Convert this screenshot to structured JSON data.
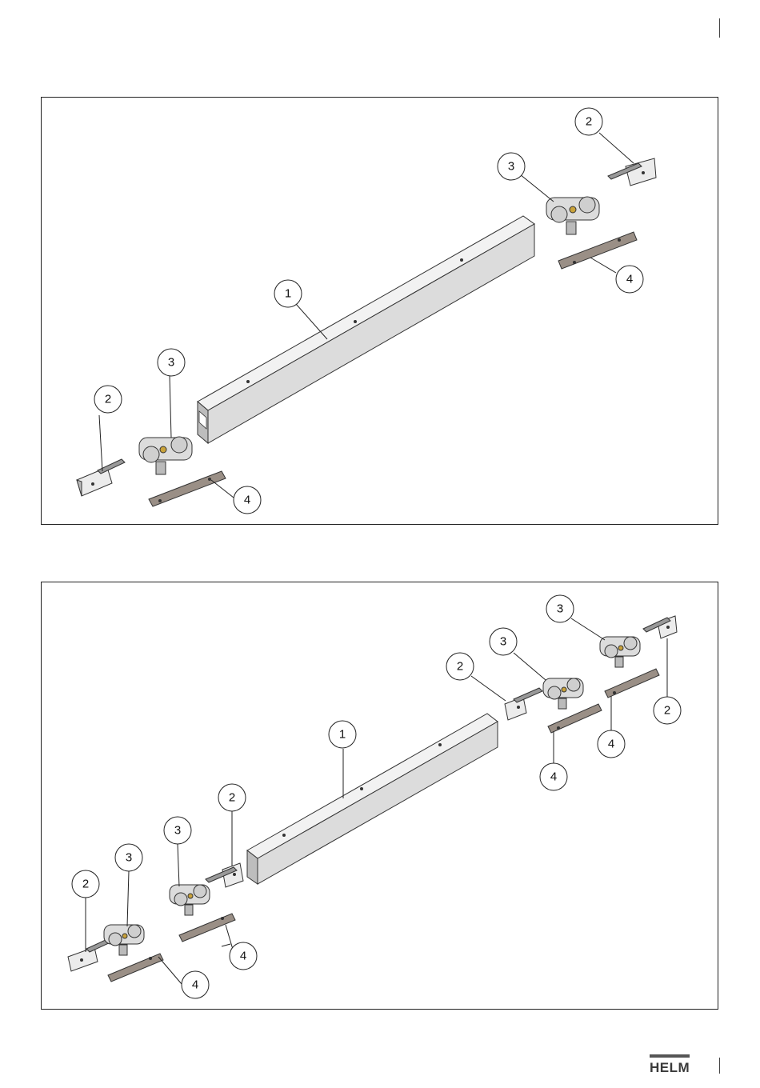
{
  "brand": {
    "name": "HELM",
    "color": "#555555"
  },
  "panels": [
    {
      "name": "two-carrier-set",
      "callouts": [
        "1",
        "2",
        "3",
        "4",
        "2",
        "3",
        "4"
      ]
    },
    {
      "name": "four-carrier-set",
      "callouts": [
        "1",
        "2",
        "3",
        "2",
        "3",
        "4",
        "4",
        "2",
        "3",
        "2",
        "3",
        "4",
        "4"
      ]
    }
  ],
  "colors": {
    "rail": "#e6e6e6",
    "rail_shade": "#bdbdbd",
    "plate": "#9a8f86",
    "metal": "#cfcfcf",
    "accent": "#c9a23a"
  }
}
